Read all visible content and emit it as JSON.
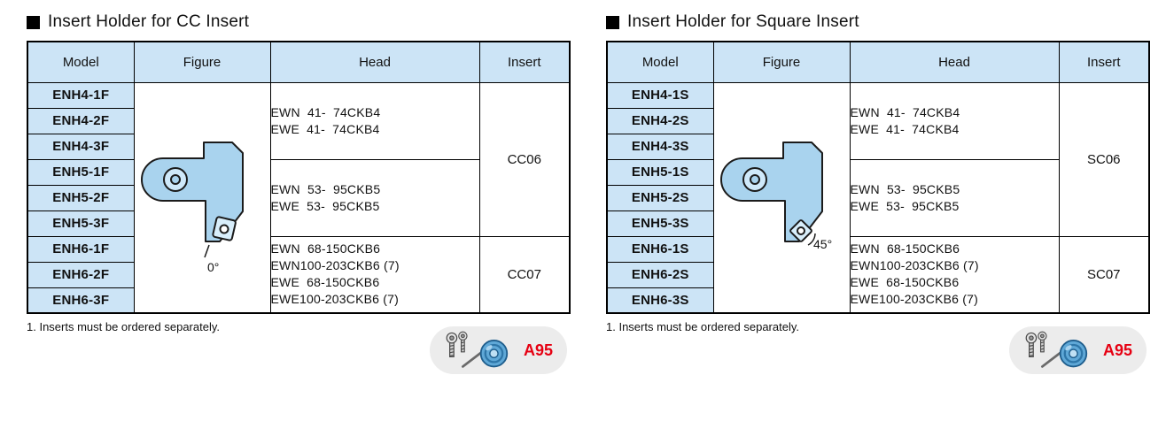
{
  "colors": {
    "header_bg": "#cce4f6",
    "model_bg": "#cce4f6",
    "table_border": "#000000",
    "ref_red": "#e60012",
    "figure_fill": "#a9d3ee"
  },
  "tables": [
    {
      "title": "Insert Holder for CC Insert",
      "headers": [
        "Model",
        "Figure",
        "Head",
        "Insert"
      ],
      "models": [
        "ENH4-1F",
        "ENH4-2F",
        "ENH4-3F",
        "ENH5-1F",
        "ENH5-2F",
        "ENH5-3F",
        "ENH6-1F",
        "ENH6-2F",
        "ENH6-3F"
      ],
      "figure": {
        "angle_label": "0°"
      },
      "head_groups": [
        {
          "lines": [
            "EWN  41-  74CKB4",
            "EWE  41-  74CKB4"
          ]
        },
        {
          "lines": [
            "EWN  53-  95CKB5",
            "EWE  53-  95CKB5"
          ]
        },
        {
          "lines": [
            "EWN  68-150CKB6",
            "EWN100-203CKB6 (7)",
            "EWE  68-150CKB6",
            "EWE100-203CKB6 (7)"
          ]
        }
      ],
      "inserts": [
        {
          "label": "CC06"
        },
        {
          "label": "CC07"
        }
      ],
      "footnote": "1. Inserts must be ordered separately.",
      "page_ref": "A95"
    },
    {
      "title": "Insert Holder for Square Insert",
      "headers": [
        "Model",
        "Figure",
        "Head",
        "Insert"
      ],
      "models": [
        "ENH4-1S",
        "ENH4-2S",
        "ENH4-3S",
        "ENH5-1S",
        "ENH5-2S",
        "ENH5-3S",
        "ENH6-1S",
        "ENH6-2S",
        "ENH6-3S"
      ],
      "figure": {
        "angle_label": "45°"
      },
      "head_groups": [
        {
          "lines": [
            "EWN  41-  74CKB4",
            "EWE  41-  74CKB4"
          ]
        },
        {
          "lines": [
            "EWN  53-  95CKB5",
            "EWE  53-  95CKB5"
          ]
        },
        {
          "lines": [
            "EWN  68-150CKB6",
            "EWN100-203CKB6 (7)",
            "EWE  68-150CKB6",
            "EWE100-203CKB6 (7)"
          ]
        }
      ],
      "inserts": [
        {
          "label": "SC06"
        },
        {
          "label": "SC07"
        }
      ],
      "footnote": "1. Inserts must be ordered separately.",
      "page_ref": "A95"
    }
  ]
}
